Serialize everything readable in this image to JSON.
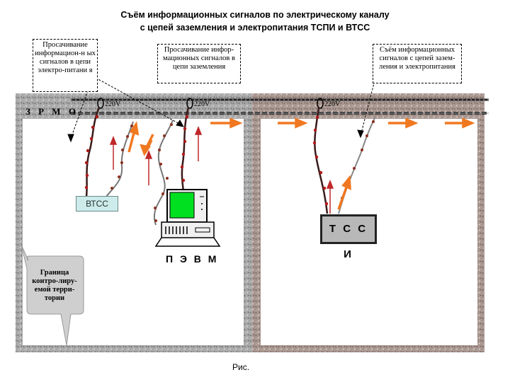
{
  "title": {
    "line1": "Съём информационных сигналов по электрическому каналу",
    "line2": "с цепей заземления и электропитания ТСПИ и ВТСС"
  },
  "callouts": {
    "left": "Просачивание информацион-н ых сигналов в цепи электро-питани я",
    "middle": "Просачивание инфор-мационных сигналов в цепи заземления",
    "right": "Съём информационных сигналов с цепей зазем-ления и электропитания"
  },
  "voltage_labels": [
    "220V",
    "220V",
    "220V"
  ],
  "zone_label": "З Р М О",
  "devices": {
    "vtss": "ВТСС",
    "pevm": "П Э В М",
    "tssi": "Т С С И"
  },
  "boundary_bubble": "Граница контро-лиру-емой терри-тории",
  "caption": "Рис.",
  "colors": {
    "arrow_orange": "#f07820",
    "arrow_red": "#c0282a",
    "monitor_screen": "#00e020",
    "wall_left": "#9a9a9a",
    "wall_right": "#9c8a82",
    "vtss_fill": "#cdebea"
  }
}
